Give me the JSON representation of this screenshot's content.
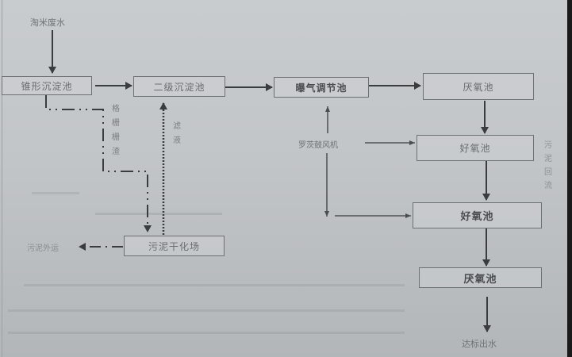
{
  "diagram": {
    "title": "",
    "nodes": {
      "raw_water": "淘米废水",
      "cone_settling": "锥形沉淀池",
      "secondary_settling": "二级沉淀池",
      "aeration_regulating": "曝气调节池",
      "anaerobic_1": "厌氧池",
      "aerobic_1": "好氧池",
      "aerobic_2": "好氧池",
      "anaerobic_2": "厌氧池",
      "sludge_drying": "污泥干化场",
      "roots_blower": "罗茨鼓风机",
      "mud_out": "污泥外运",
      "effluent": "达标出水"
    },
    "edge_labels": {
      "grid_residue": [
        "格",
        "栅",
        "栅",
        "渣"
      ],
      "filtrate": [
        "滤",
        "液"
      ],
      "sludge_return": [
        "污",
        "泥",
        "回",
        "流"
      ]
    },
    "edges": [
      {
        "from": "raw_water",
        "to": "cone_settling",
        "style": "solid"
      },
      {
        "from": "cone_settling",
        "to": "secondary_settling",
        "style": "solid"
      },
      {
        "from": "secondary_settling",
        "to": "aeration_regulating",
        "style": "solid"
      },
      {
        "from": "aeration_regulating",
        "to": "anaerobic_1",
        "style": "solid"
      },
      {
        "from": "anaerobic_1",
        "to": "aerobic_1",
        "style": "solid"
      },
      {
        "from": "aerobic_1",
        "to": "aerobic_2",
        "style": "solid"
      },
      {
        "from": "aerobic_2",
        "to": "anaerobic_2",
        "style": "solid"
      },
      {
        "from": "anaerobic_2",
        "to": "effluent",
        "style": "solid"
      },
      {
        "from": "cone_settling",
        "to": "sludge_drying",
        "style": "dash-dot",
        "label": "格栅栅渣"
      },
      {
        "from": "sludge_drying",
        "to": "secondary_settling",
        "style": "dotted",
        "label": "滤液"
      },
      {
        "from": "sludge_drying",
        "to": "mud_out",
        "style": "dash-dot"
      },
      {
        "from": "roots_blower",
        "to": "aeration_regulating",
        "style": "thin"
      },
      {
        "from": "roots_blower",
        "to": "aerobic_1",
        "style": "thin"
      },
      {
        "from": "roots_blower",
        "to": "aerobic_2",
        "style": "thin"
      }
    ],
    "colors": {
      "background": "#c5c8cb",
      "line": "#3a3c3e",
      "box_border": "#6e7174",
      "text": "#6a6d70"
    }
  }
}
